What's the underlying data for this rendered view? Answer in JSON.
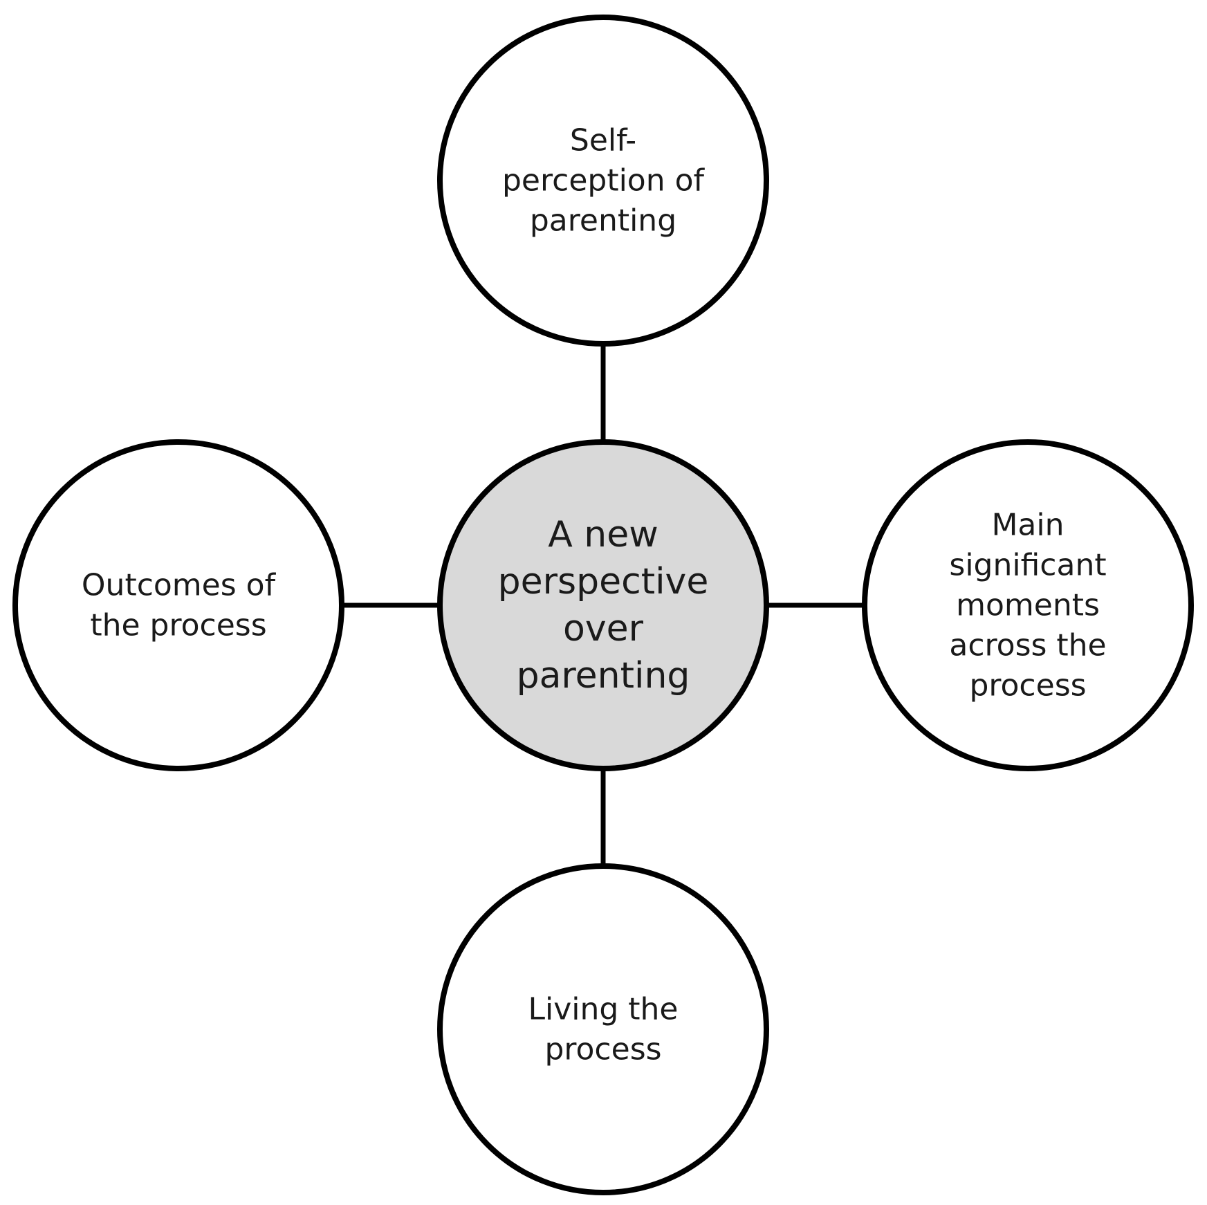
{
  "diagram": {
    "center": {
      "lines": [
        "A new",
        "perspective",
        "over",
        "parenting"
      ],
      "fill": "#d9d9d9"
    },
    "top": {
      "lines": [
        "Self-",
        "perception of",
        "parenting"
      ]
    },
    "right": {
      "lines": [
        "Main",
        "significant",
        "moments",
        "across the",
        "process"
      ]
    },
    "bottom": {
      "lines": [
        "Living the",
        "process"
      ]
    },
    "left": {
      "lines": [
        "Outcomes of",
        "the process"
      ]
    },
    "colors": {
      "stroke": "#000000",
      "outer_fill": "#ffffff",
      "center_fill": "#d9d9d9",
      "text": "#1a1a1a"
    }
  }
}
